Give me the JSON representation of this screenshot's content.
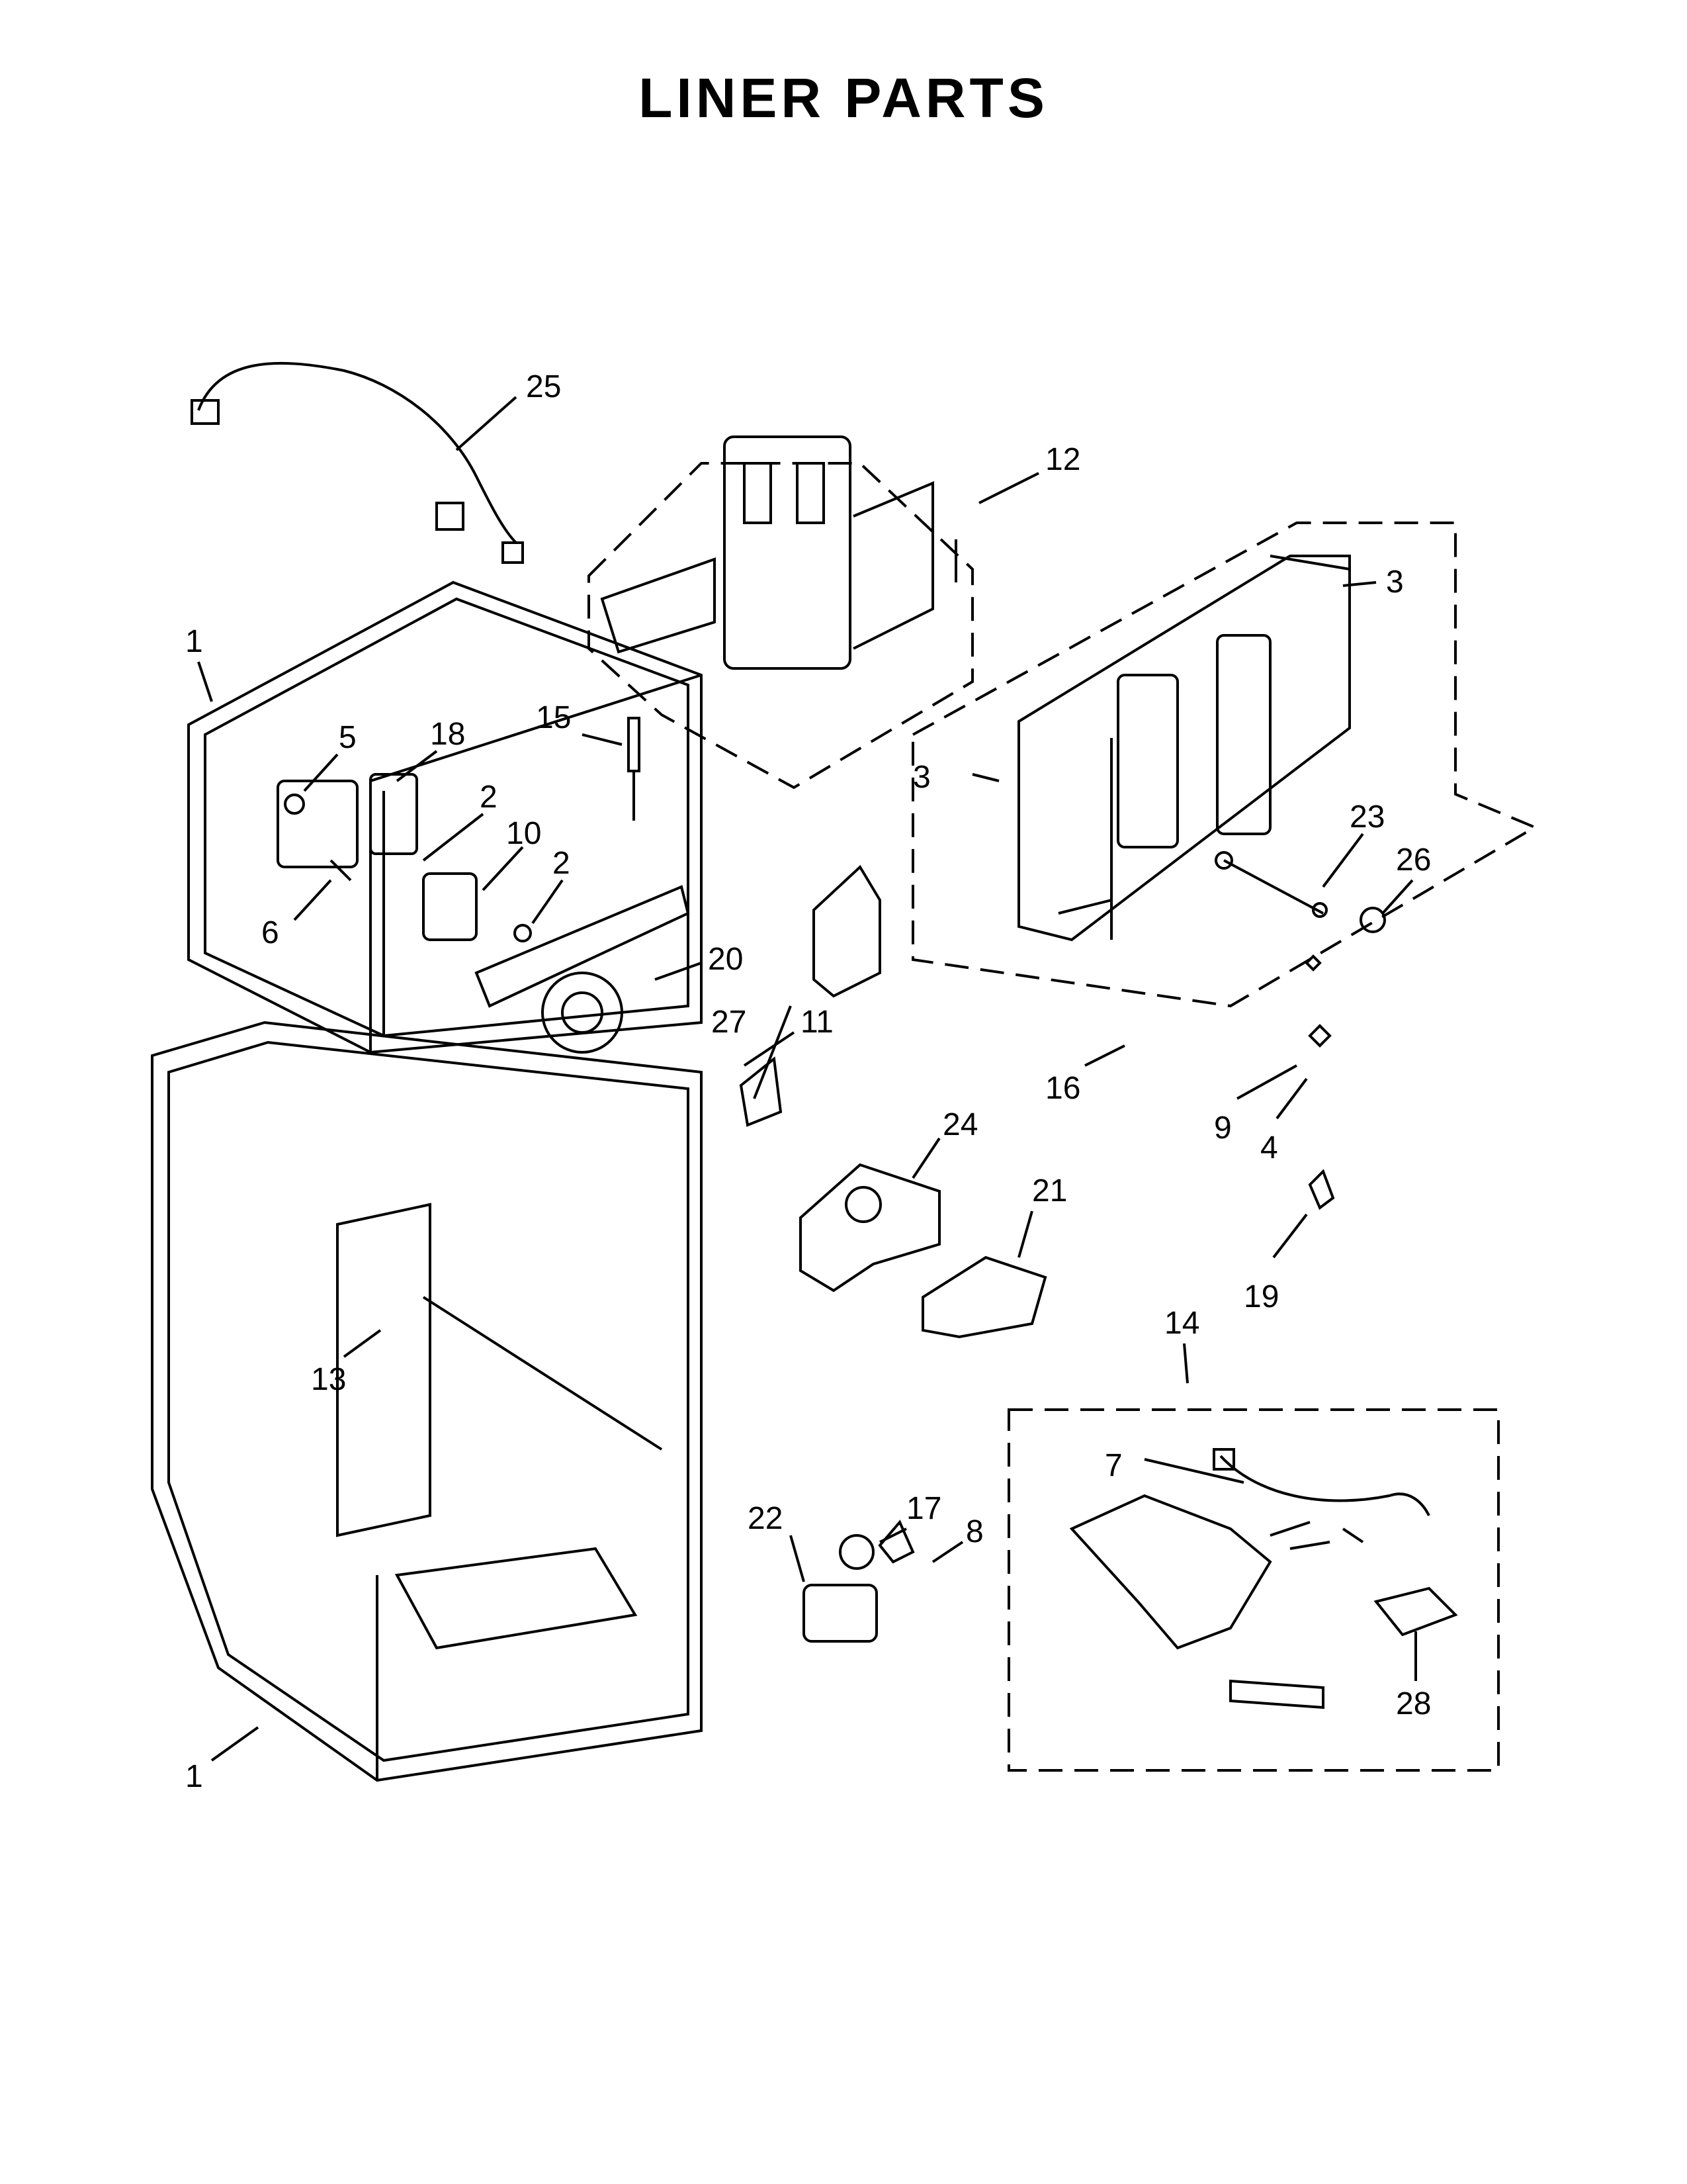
{
  "title": "LINER PARTS",
  "callouts": [
    "1",
    "5",
    "18",
    "15",
    "2",
    "10",
    "2",
    "6",
    "20",
    "27",
    "11",
    "25",
    "12",
    "3",
    "3",
    "23",
    "26",
    "16",
    "9",
    "4",
    "24",
    "21",
    "19",
    "14",
    "13",
    "7",
    "22",
    "17",
    "8",
    "28",
    "1"
  ]
}
